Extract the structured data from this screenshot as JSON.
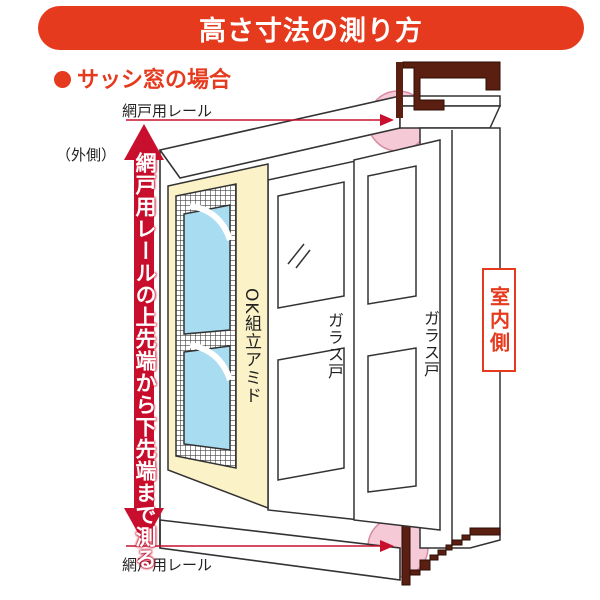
{
  "title": "高さ寸法の測り方",
  "subtitle": "サッシ窓の場合",
  "top_rail_label": "網戸用レール",
  "bottom_rail_label": "網戸用レール",
  "outside_label": "（外側）",
  "measurement_note": "網戸用レールの上先端から下先端まで測る",
  "screen_product_label": "OK組立アミド",
  "glass_door_label_1": "ガラス戸",
  "glass_door_label_2": "ガラス戸",
  "indoor_label": "室内側",
  "colors": {
    "accent": "#e63a1e",
    "frame": "#5a1f10",
    "screen_frame": "#fbf2c8",
    "glass": "#a8dcf0",
    "highlight": "#f6c9d6"
  }
}
